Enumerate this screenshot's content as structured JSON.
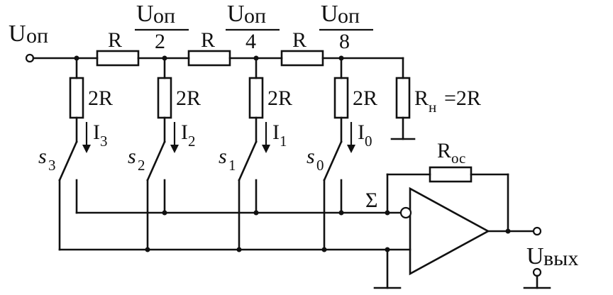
{
  "labels": {
    "u_main": "U",
    "u_main_sub": "оп",
    "r": "R",
    "two_r": "2R",
    "u_frac_num": "U",
    "u_frac_sub": "оп",
    "den_2": "2",
    "den_4": "4",
    "den_8": "8",
    "r_load": "R",
    "r_load_sub": "н",
    "r_load_value": "=2R",
    "r_fb": "R",
    "r_fb_sub": "ос",
    "sigma": "Σ",
    "u_out": "U",
    "u_out_sub": "вых",
    "i": "I",
    "i3": "3",
    "i2": "2",
    "i1": "1",
    "i0": "0",
    "s": "s",
    "s3": "3",
    "s2": "2",
    "s1": "1",
    "s0": "0"
  }
}
